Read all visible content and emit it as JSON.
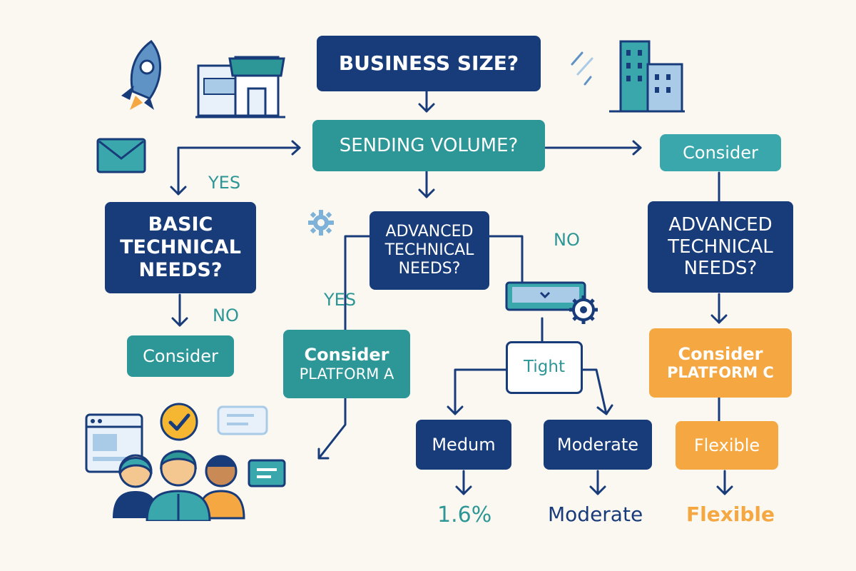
{
  "nodes": {
    "business_size": "BUSINESS SIZE?",
    "sending_volume": "SENDING VOLUME?",
    "consider_top_right": "Consider",
    "basic_technical_needs": [
      "BASIC",
      "TECHNICAL",
      "NEEDS?"
    ],
    "advanced_technical_needs_center": [
      "ADVANCED",
      "TECHNICAL",
      "NEEDS?"
    ],
    "advanced_technical_needs_right": [
      "ADVANCED",
      "TECHNICAL",
      "NEEDS?"
    ],
    "consider_left": "Consider",
    "consider_platform_a": [
      "Consider",
      "PLATFORM A"
    ],
    "consider_platform_c": [
      "Consider",
      "PLATFORM C"
    ],
    "tight": "Tight",
    "medum": "Medum",
    "moderate_box": "Moderate",
    "flexible_box": "Flexible"
  },
  "edge_labels": {
    "yes_left": "YES",
    "no_left": "NO",
    "yes_center": "YES",
    "no_center": "NO"
  },
  "results": {
    "percent": "1.6%",
    "moderate": "Moderate",
    "flexible": "Flexible"
  },
  "colors": {
    "navy": "#183b7a",
    "teal": "#2d9696",
    "teal_light": "#3aa7ad",
    "orange": "#f5a742",
    "background": "#fbf8f1"
  },
  "icons": [
    "rocket-icon",
    "storefront-icon",
    "envelope-icon",
    "city-buildings-icon",
    "sparkle-lines-icon",
    "gear-icon",
    "computer-gear-icon",
    "browser-window-icon",
    "checkmark-badge-icon",
    "chat-bubble-icon",
    "message-card-icon",
    "team-people-icon"
  ]
}
